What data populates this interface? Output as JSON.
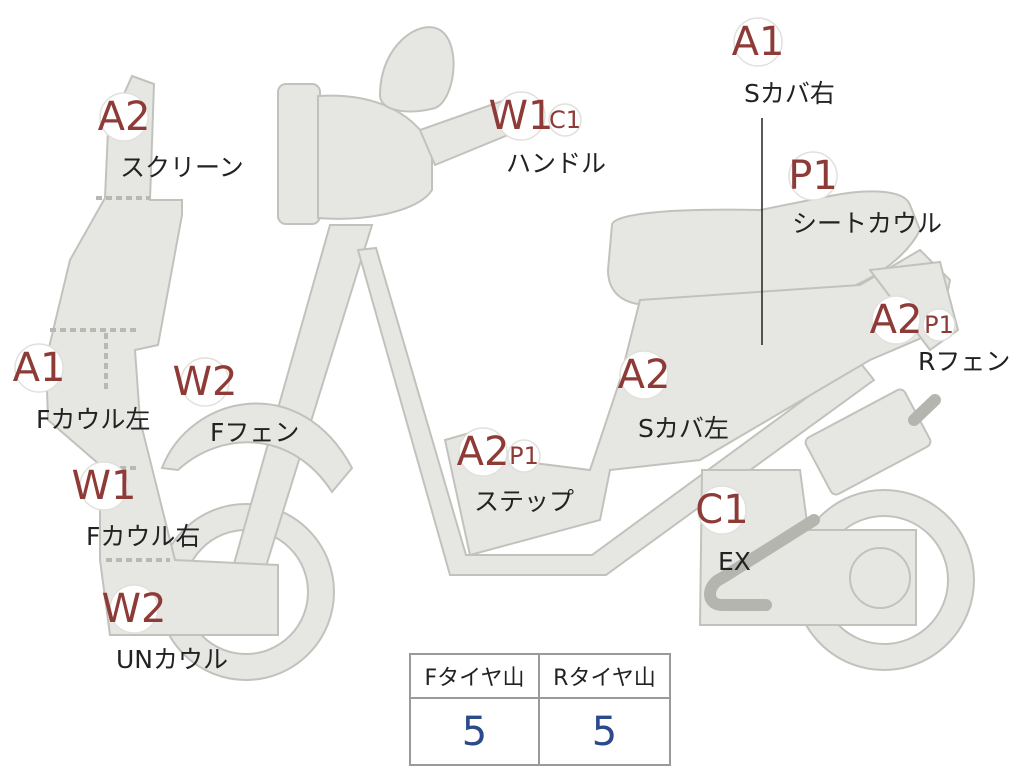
{
  "parts": [
    {
      "key": "screen",
      "grades": [
        "A2"
      ],
      "name": "スクリーン"
    },
    {
      "key": "handle",
      "grades": [
        "W1",
        "C1"
      ],
      "name": "ハンドル"
    },
    {
      "key": "s_cover_right",
      "grades": [
        "A1"
      ],
      "name": "Sカバ右"
    },
    {
      "key": "seat_cowl",
      "grades": [
        "P1"
      ],
      "name": "シートカウル"
    },
    {
      "key": "r_fender",
      "grades": [
        "A2",
        "P1"
      ],
      "name": "Rフェン"
    },
    {
      "key": "f_cowl_left",
      "grades": [
        "A1"
      ],
      "name": "Fカウル左"
    },
    {
      "key": "f_fender",
      "grades": [
        "W2"
      ],
      "name": "Fフェン"
    },
    {
      "key": "s_cover_left",
      "grades": [
        "A2"
      ],
      "name": "Sカバ左"
    },
    {
      "key": "step",
      "grades": [
        "A2",
        "P1"
      ],
      "name": "ステップ"
    },
    {
      "key": "f_cowl_right",
      "grades": [
        "W1"
      ],
      "name": "Fカウル右"
    },
    {
      "key": "exhaust",
      "grades": [
        "C1"
      ],
      "name": "EX"
    },
    {
      "key": "under_cowl",
      "grades": [
        "W2"
      ],
      "name": "UNカウル"
    }
  ],
  "tire_tread": {
    "headers": [
      "Fタイヤ山",
      "Rタイヤ山"
    ],
    "values": [
      "5",
      "5"
    ]
  },
  "colors": {
    "grade_text": "#8e3b38",
    "body_fill": "#e6e6e3",
    "tread_value": "#2a4a8a"
  }
}
